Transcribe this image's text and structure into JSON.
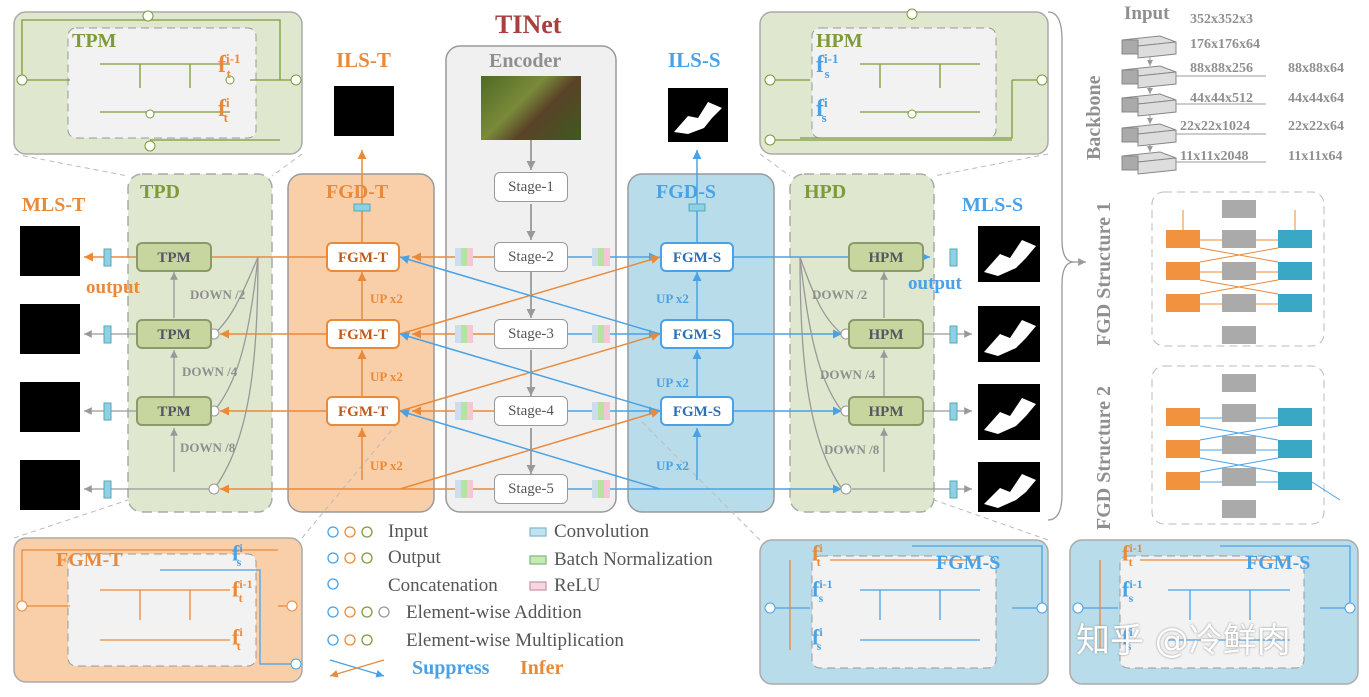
{
  "title": "TINet",
  "encoder": {
    "label": "Encoder",
    "stages": [
      "Stage-1",
      "Stage-2",
      "Stage-3",
      "Stage-4",
      "Stage-5"
    ]
  },
  "labels": {
    "ils_t": "ILS-T",
    "ils_s": "ILS-S",
    "mls_t": "MLS-T",
    "mls_s": "MLS-S",
    "tpd": "TPD",
    "hpd": "HPD",
    "fgd_t": "FGD-T",
    "fgd_s": "FGD-S",
    "output_left": "output",
    "output_right": "output"
  },
  "nodes": {
    "tpm": "TPM",
    "hpm": "HPM",
    "fgm_t": "FGM-T",
    "fgm_s": "FGM-S"
  },
  "down_labels_left": [
    "DOWN /2",
    "DOWN /4",
    "DOWN /8"
  ],
  "down_labels_right": [
    "DOWN /2",
    "DOWN /4",
    "DOWN /8"
  ],
  "up_labels_left": [
    "UP x2",
    "UP x2",
    "UP x2"
  ],
  "up_labels_right": [
    "UP x2",
    "UP x2",
    "UP x2"
  ],
  "panels": {
    "tpm_title": "TPM",
    "tpm_f_top": "f",
    "tpm_f_top_sup": "i-1",
    "tpm_f_top_sub": "t",
    "tpm_f_bot": "f",
    "tpm_f_bot_sup": "i",
    "tpm_f_bot_sub": "t",
    "hpm_title": "HPM",
    "hpm_f_top": "f",
    "hpm_f_top_sup": "i-1",
    "hpm_f_top_sub": "s",
    "hpm_f_bot": "f",
    "hpm_f_bot_sup": "i",
    "hpm_f_bot_sub": "s",
    "fgmt_title": "FGM-T",
    "fgmt_f1": "f",
    "fgmt_f1_sup": "i",
    "fgmt_f1_sub": "s",
    "fgmt_f2": "f",
    "fgmt_f2_sup": "i-1",
    "fgmt_f2_sub": "t",
    "fgmt_f3": "f",
    "fgmt_f3_sup": "i",
    "fgmt_f3_sub": "t",
    "fgms_title": "FGM-S",
    "fgms_f1": "f",
    "fgms_f1_sup": "i",
    "fgms_f1_sub": "t",
    "fgms_f2": "f",
    "fgms_f2_sup": "i-1",
    "fgms_f2_sub": "s",
    "fgms_f3": "f",
    "fgms_f3_sup": "i",
    "fgms_f3_sub": "s",
    "fgms2_title": "FGM-S",
    "fgms2_f1": "f",
    "fgms2_f1_sup": "i-1",
    "fgms2_f1_sub": "t",
    "fgms2_f2": "f",
    "fgms2_f2_sup": "i-1",
    "fgms2_f2_sub": "s",
    "fgms2_f3": "f",
    "fgms2_f3_sup": "i",
    "fgms2_f3_sub": "s"
  },
  "backbone": {
    "label": "Backbone",
    "input": "Input",
    "sizes_left": [
      "352x352x3",
      "176x176x64",
      "88x88x256",
      "44x44x512",
      "22x22x1024",
      "11x11x2048"
    ],
    "sizes_right": [
      "88x88x64",
      "44x44x64",
      "22x22x64",
      "11x11x64"
    ]
  },
  "fgd_structures": [
    "FGD Structure 1",
    "FGD Structure 2"
  ],
  "legend": {
    "input": "Input",
    "output": "Output",
    "concat": "Concatenation",
    "add": "Element-wise Addition",
    "mult": "Element-wise Multiplication",
    "suppress": "Suppress",
    "infer": "Infer",
    "conv": "Convolution",
    "bn": "Batch Normalization",
    "relu": "ReLU"
  },
  "watermark": "知乎 @冷鲜肉",
  "colors": {
    "orange": "#e98a3b",
    "blue": "#4aa2e6",
    "green_bg": "#dfe8cf",
    "orange_bg": "#f9cfa9",
    "blue_bg": "#b9dcea",
    "gray_bg": "#f0f0f0"
  }
}
